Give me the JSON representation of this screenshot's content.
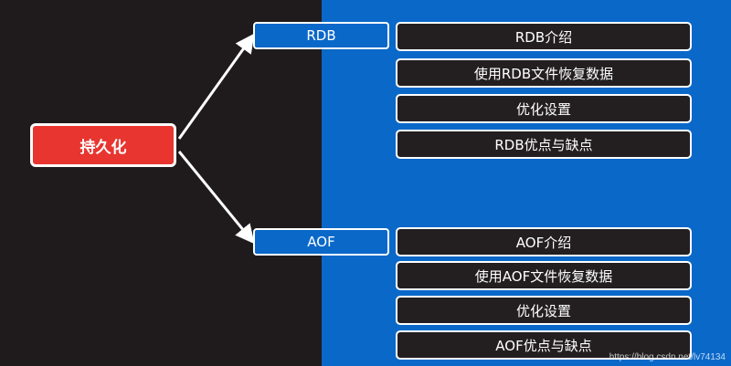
{
  "root": {
    "label": "持久化",
    "color": "#e8352f"
  },
  "branches": [
    {
      "label": "RDB",
      "items": [
        "RDB介绍",
        "使用RDB文件恢复数据",
        "优化设置",
        "RDB优点与缺点"
      ]
    },
    {
      "label": "AOF",
      "items": [
        "AOF介绍",
        "使用AOF文件恢复数据",
        "优化设置",
        "AOF优点与缺点"
      ]
    }
  ],
  "watermark": "https://blog.csdn.net/lv74134",
  "colors": {
    "background": "#1f1b1c",
    "panel": "#0a68c9",
    "leaf": "#231f20",
    "stroke": "#ffffff"
  }
}
